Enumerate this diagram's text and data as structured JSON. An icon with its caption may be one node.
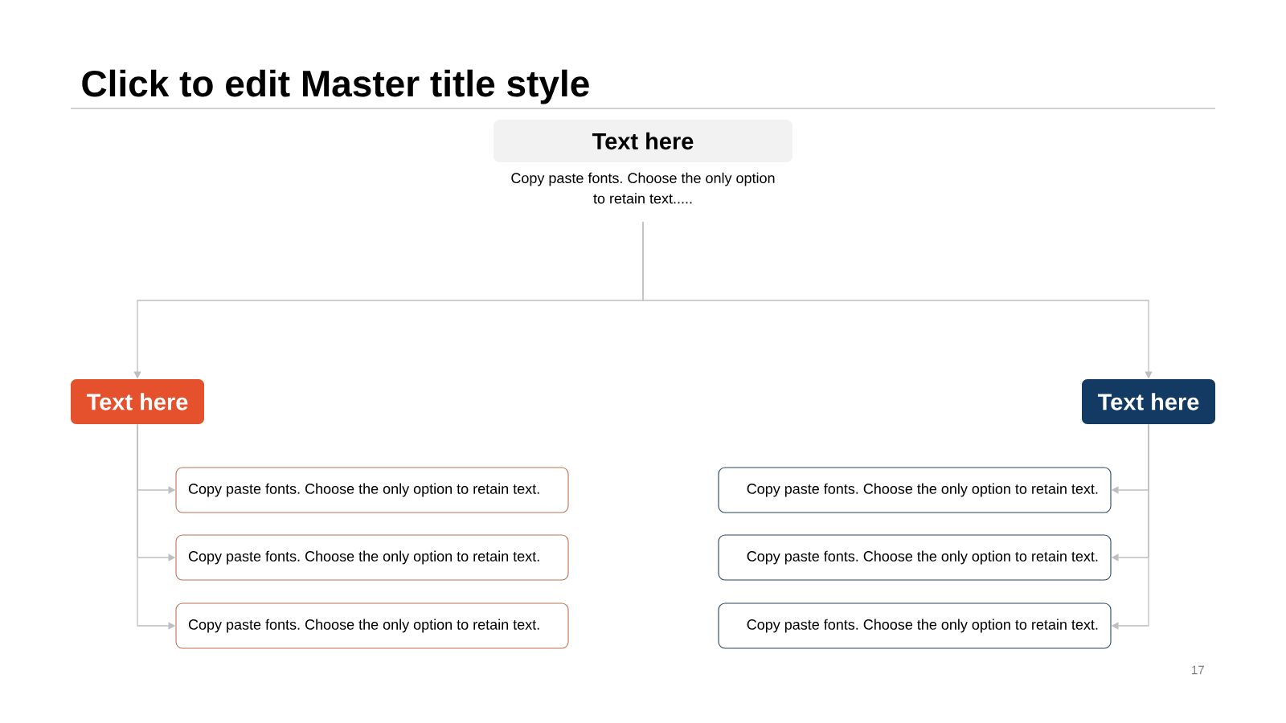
{
  "diagram": {
    "title": "Click to edit Master title style",
    "nodes": [
      {
        "text": [
          "Text here"
        ],
        "beside": [
          "Copy paste fonts. Choose the only option to retain text....."
        ]
      },
      {
        "text": [
          "Text here"
        ]
      },
      {
        "text": [
          "Text here"
        ]
      },
      {
        "text": [
          "Copy paste fonts. Choose the only option to retain text."
        ]
      },
      {
        "text": [
          "Copy paste fonts. Choose the only option to retain text."
        ]
      },
      {
        "text": [
          "Copy paste fonts. Choose the only option to retain text."
        ]
      },
      {
        "text": [
          "Copy paste fonts. Choose the only option to retain text."
        ]
      },
      {
        "text": [
          "Copy paste fonts. Choose the only option to retain text."
        ]
      },
      {
        "text": [
          "Copy paste fonts. Choose the only option to retain text."
        ]
      }
    ],
    "edges": [
      {
        "from": 0,
        "to": 1,
        "arrow": "to"
      },
      {
        "from": 0,
        "to": 2,
        "arrow": "to"
      },
      {
        "from": 1,
        "to": 3,
        "arrow": "to"
      },
      {
        "from": 1,
        "to": 4,
        "arrow": "to"
      },
      {
        "from": 1,
        "to": 5,
        "arrow": "to"
      },
      {
        "from": 2,
        "to": 6,
        "arrow": "to"
      },
      {
        "from": 2,
        "to": 7,
        "arrow": "to"
      },
      {
        "from": 2,
        "to": 8,
        "arrow": "to"
      }
    ],
    "labels": [
      "17"
    ]
  }
}
